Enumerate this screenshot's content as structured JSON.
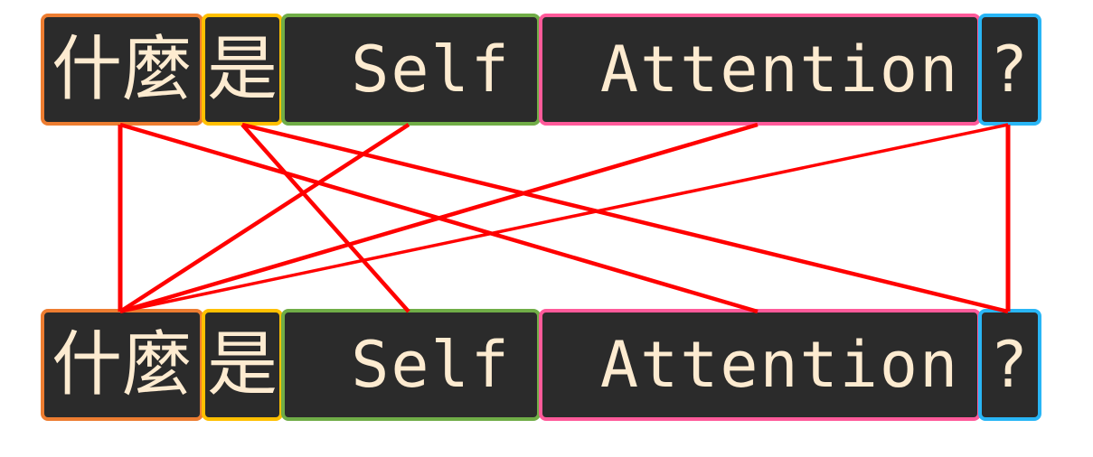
{
  "tokens": [
    {
      "text": "什麼",
      "color": "#ed7d31",
      "script": "cjk"
    },
    {
      "text": "是",
      "color": "#ffc000",
      "script": "cjk"
    },
    {
      "text": " Self",
      "color": "#70ad47",
      "script": "latin"
    },
    {
      "text": " Attention",
      "color": "#ff5a9a",
      "script": "latin"
    },
    {
      "text": "?",
      "color": "#29b6f6",
      "script": "latin"
    }
  ],
  "connector_color": "#ff0000",
  "connections": [
    {
      "from": 0,
      "to": 0
    },
    {
      "from": 0,
      "to": 3
    },
    {
      "from": 1,
      "to": 2
    },
    {
      "from": 1,
      "to": 4
    },
    {
      "from": 2,
      "to": 0
    },
    {
      "from": 3,
      "to": 0
    },
    {
      "from": 4,
      "to": 0
    },
    {
      "from": 4,
      "to": 4
    }
  ]
}
